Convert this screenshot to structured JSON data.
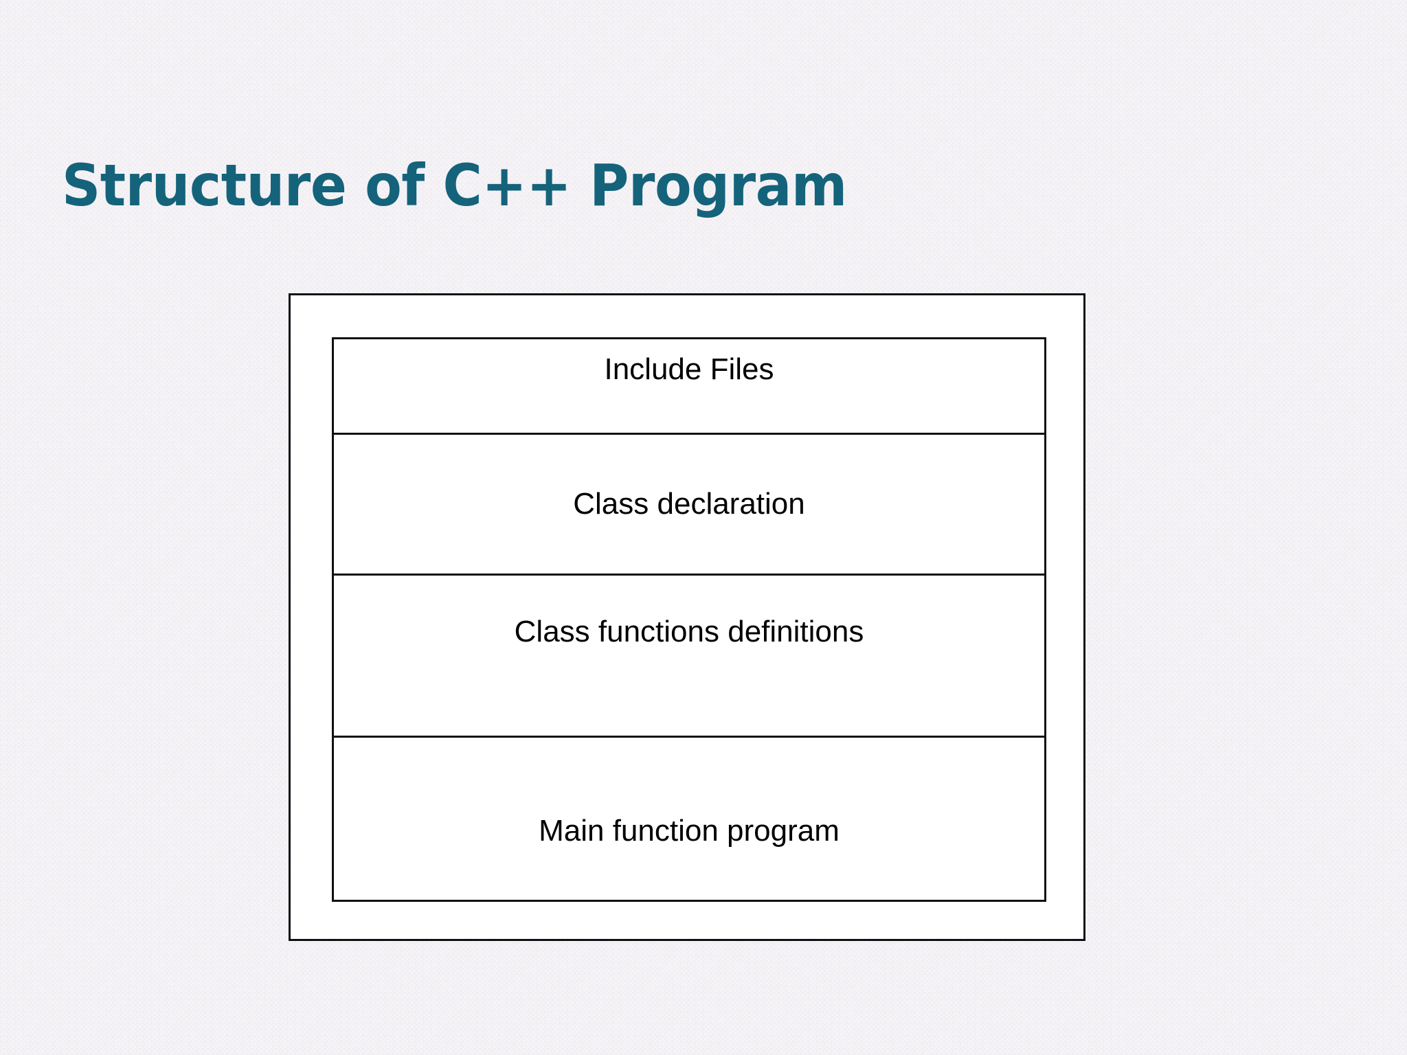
{
  "slide": {
    "title": "Structure of C++ Program",
    "background_color": "#f6f4f7",
    "title_color": "#14637b",
    "border_color": "#101014",
    "box_fill_color": "#ffffff"
  },
  "diagram": {
    "name": "cpp-program-structure",
    "rows": [
      {
        "label": "Include Files"
      },
      {
        "label": "Class declaration"
      },
      {
        "label": "Class functions definitions"
      },
      {
        "label": "Main function program"
      }
    ]
  }
}
